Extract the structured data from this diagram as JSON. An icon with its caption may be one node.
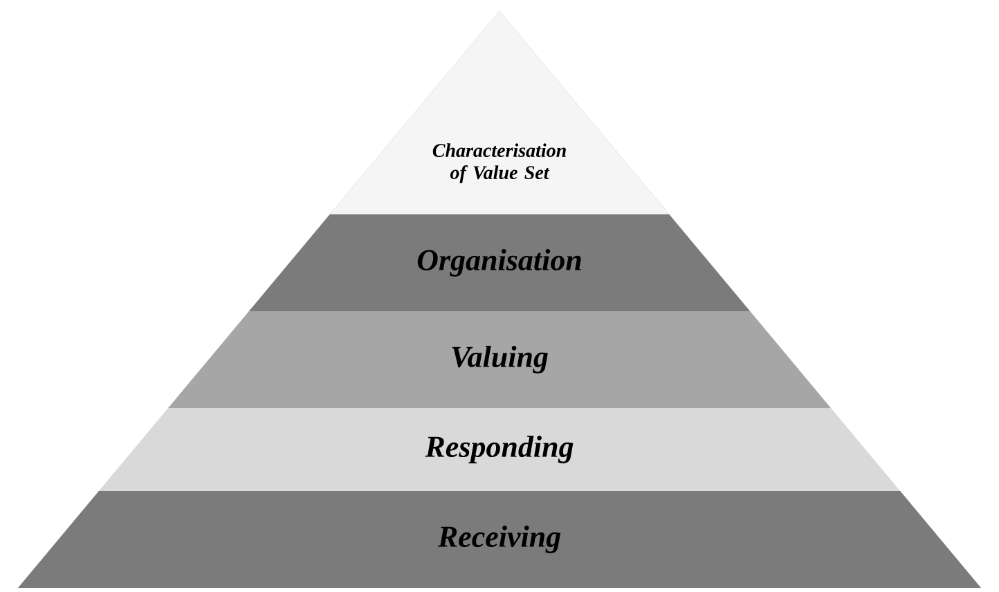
{
  "diagram": {
    "nodes": [
      {
        "text": [
          "Characterisation of Value Set"
        ]
      },
      {
        "text": [
          "Organisation"
        ]
      },
      {
        "text": [
          "Valuing"
        ]
      },
      {
        "text": [
          "Responding"
        ]
      },
      {
        "text": [
          "Receiving"
        ]
      }
    ]
  }
}
